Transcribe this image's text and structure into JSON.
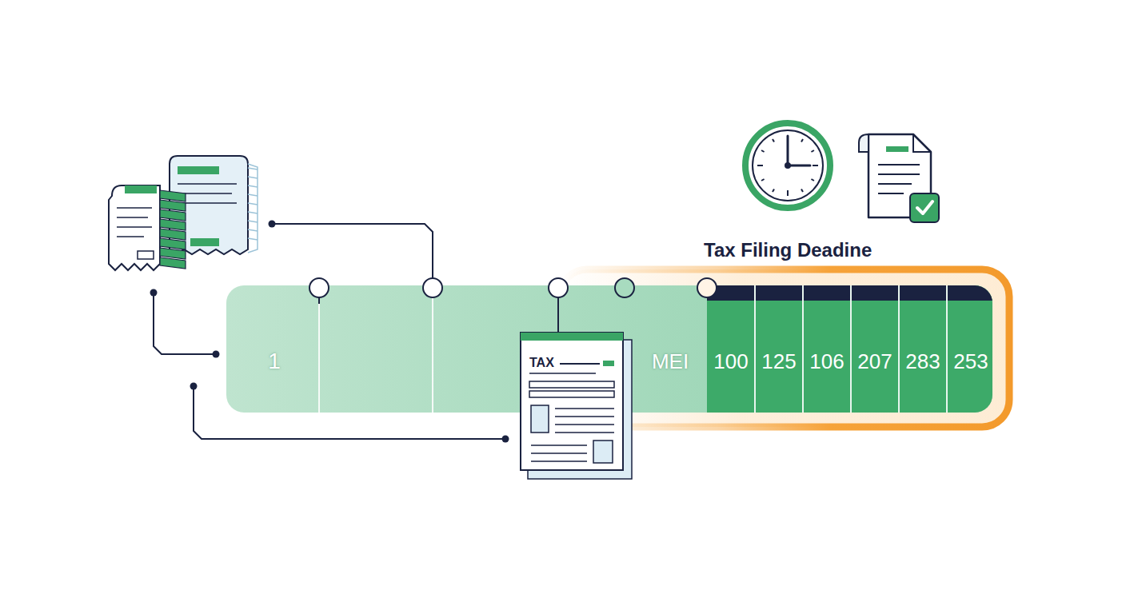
{
  "diagram": {
    "nodes": [
      {
        "text": [
          "1",
          "MEI"
        ]
      },
      {
        "text": [
          "100"
        ],
        "in": 0
      },
      {
        "text": [
          "125"
        ],
        "in": 0
      },
      {
        "text": [
          "106"
        ],
        "in": 0
      },
      {
        "text": [
          "207"
        ],
        "in": 0
      },
      {
        "text": [
          "283"
        ],
        "in": 0
      },
      {
        "text": [
          "253"
        ],
        "in": 0
      },
      {
        "text": [
          "TAX"
        ]
      }
    ],
    "labels": [
      "Tax Filing Deadine"
    ]
  }
}
